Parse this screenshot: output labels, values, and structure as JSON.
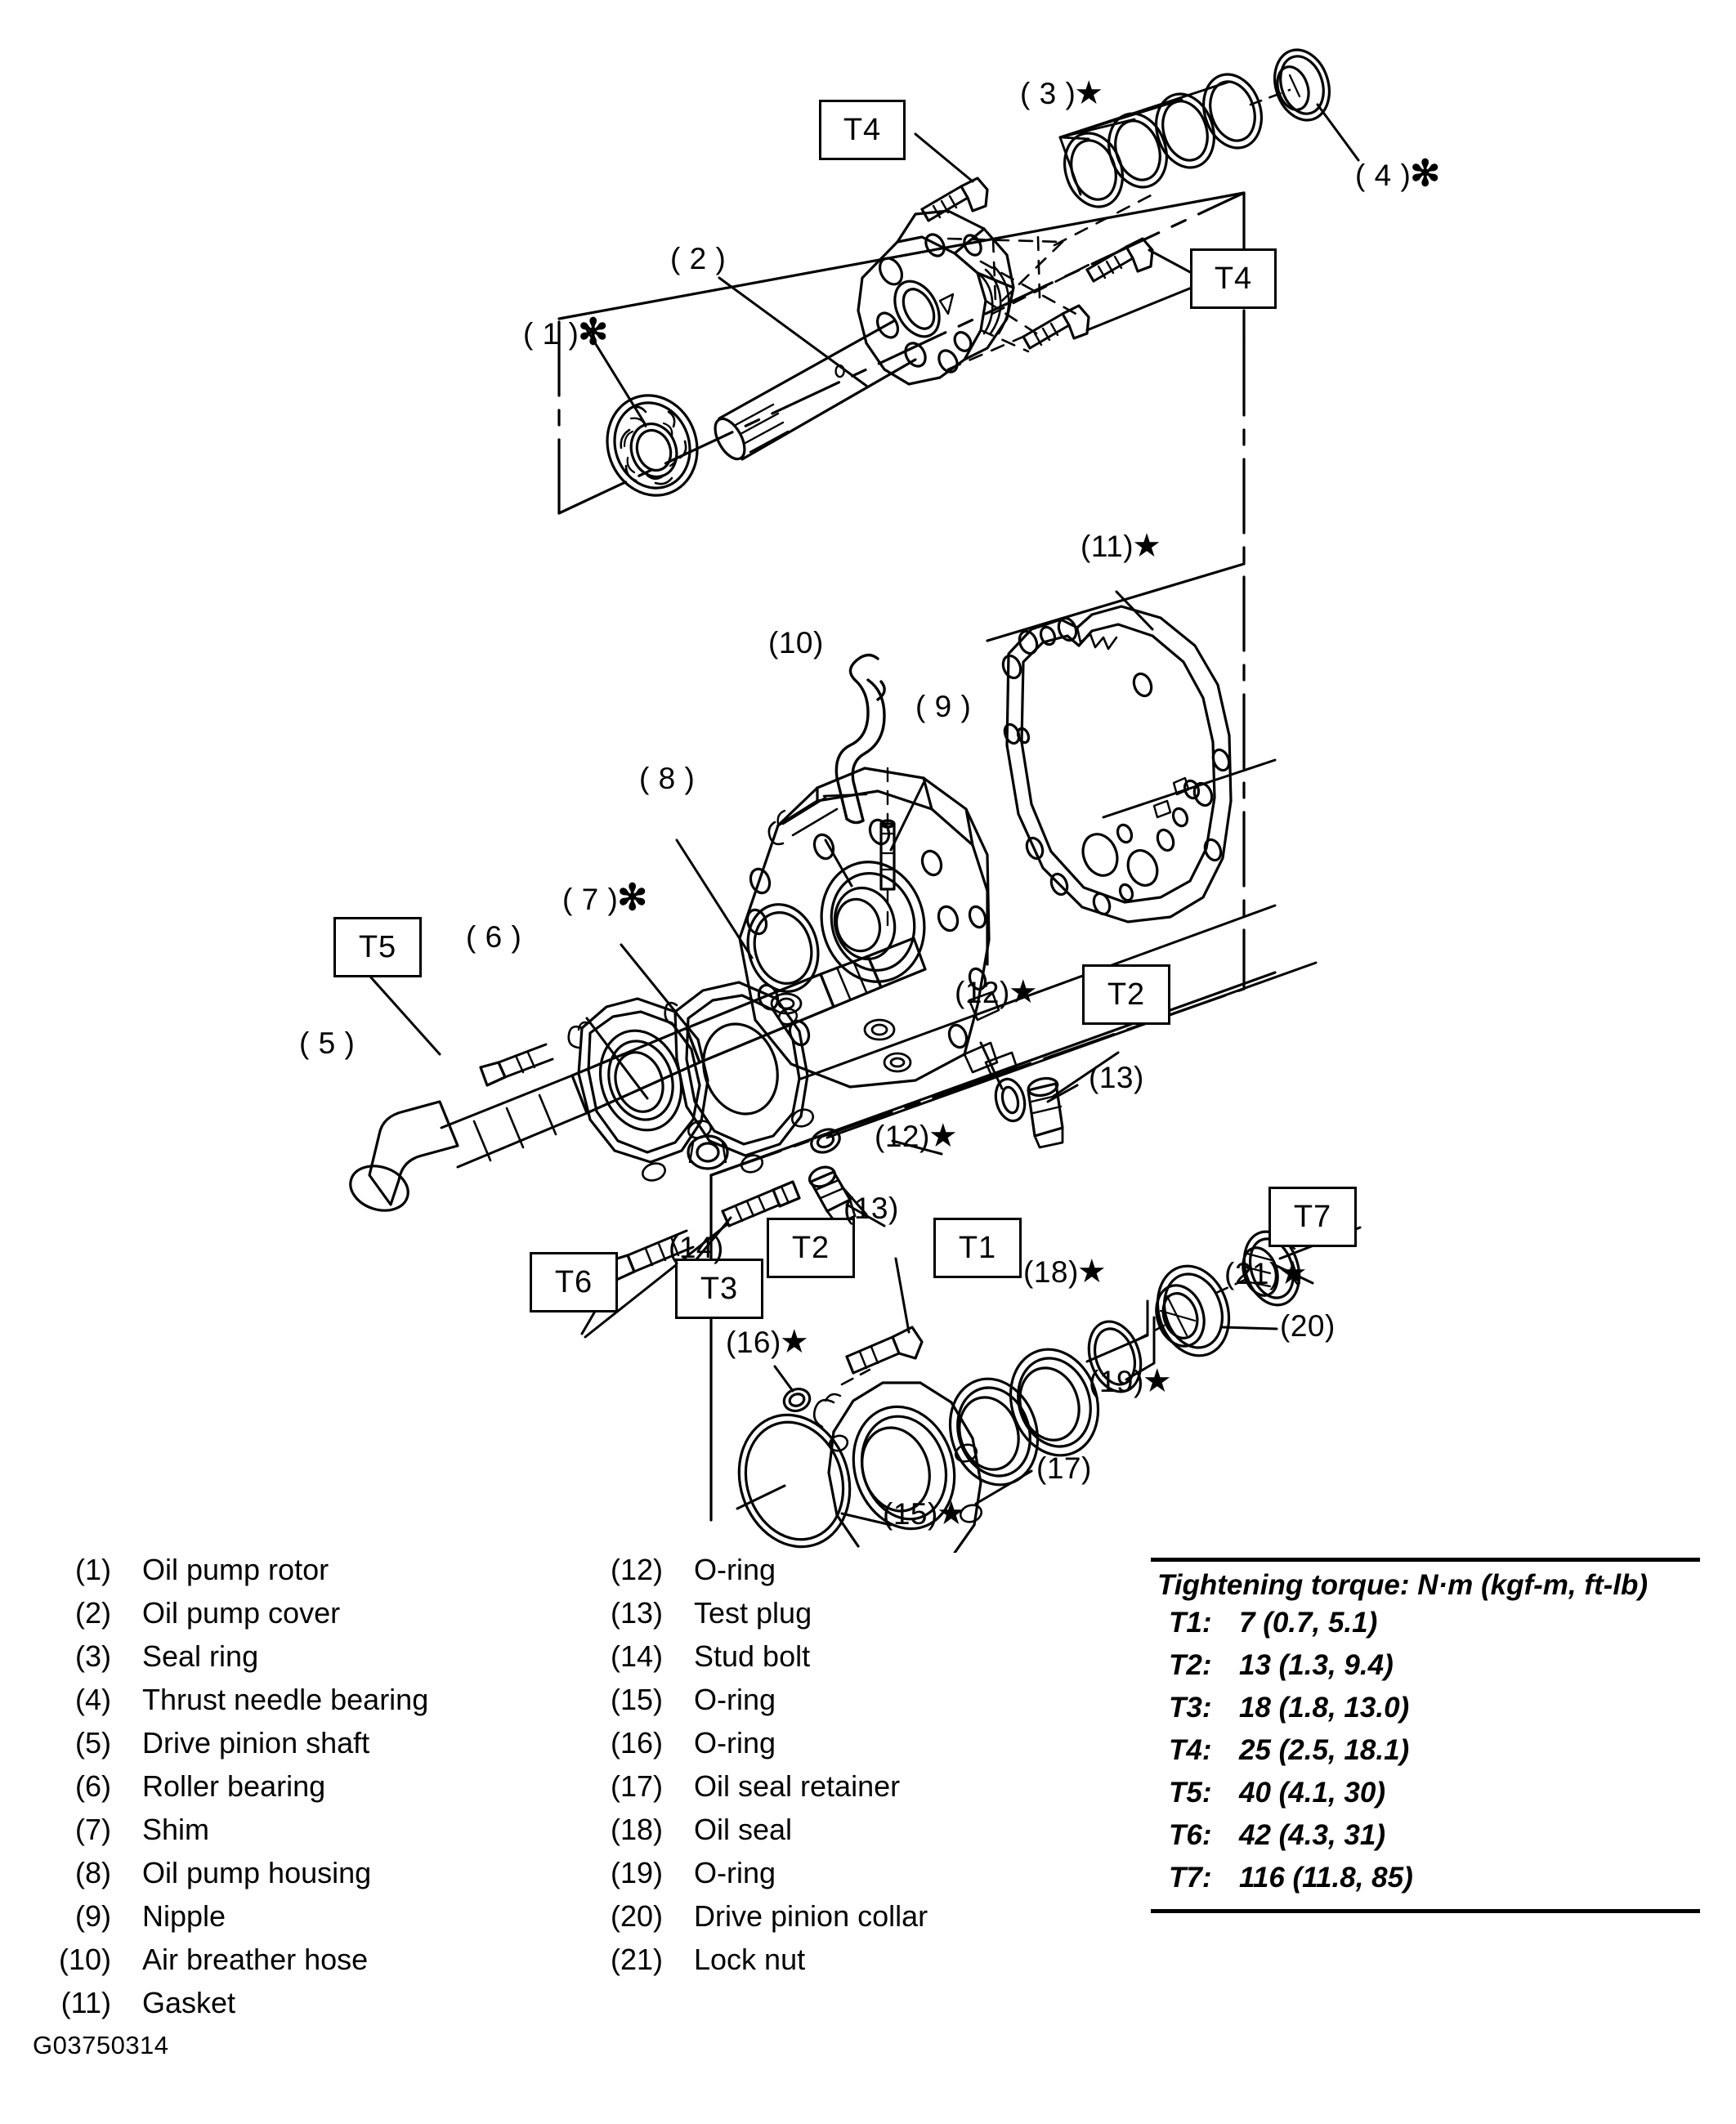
{
  "figure_id": "G03750314",
  "parts_column_1": [
    {
      "num": "(1)",
      "label": "Oil pump rotor"
    },
    {
      "num": "(2)",
      "label": "Oil pump cover"
    },
    {
      "num": "(3)",
      "label": "Seal ring"
    },
    {
      "num": "(4)",
      "label": "Thrust needle bearing"
    },
    {
      "num": "(5)",
      "label": "Drive pinion shaft"
    },
    {
      "num": "(6)",
      "label": "Roller bearing"
    },
    {
      "num": "(7)",
      "label": "Shim"
    },
    {
      "num": "(8)",
      "label": "Oil pump housing"
    },
    {
      "num": "(9)",
      "label": "Nipple"
    },
    {
      "num": "(10)",
      "label": "Air breather hose"
    },
    {
      "num": "(11)",
      "label": "Gasket"
    }
  ],
  "parts_column_2": [
    {
      "num": "(12)",
      "label": "O-ring"
    },
    {
      "num": "(13)",
      "label": "Test plug"
    },
    {
      "num": "(14)",
      "label": "Stud bolt"
    },
    {
      "num": "(15)",
      "label": "O-ring"
    },
    {
      "num": "(16)",
      "label": "O-ring"
    },
    {
      "num": "(17)",
      "label": "Oil seal retainer"
    },
    {
      "num": "(18)",
      "label": "Oil seal"
    },
    {
      "num": "(19)",
      "label": "O-ring"
    },
    {
      "num": "(20)",
      "label": "Drive pinion collar"
    },
    {
      "num": "(21)",
      "label": "Lock nut"
    }
  ],
  "torque": {
    "title": "Tightening torque: N·m (kgf-m, ft-lb)",
    "rows": [
      {
        "key": "T1:",
        "value": "7 (0.7, 5.1)"
      },
      {
        "key": "T2:",
        "value": "13 (1.3, 9.4)"
      },
      {
        "key": "T3:",
        "value": "18 (1.8, 13.0)"
      },
      {
        "key": "T4:",
        "value": "25 (2.5, 18.1)"
      },
      {
        "key": "T5:",
        "value": "40 (4.1, 30)"
      },
      {
        "key": "T6:",
        "value": "42 (4.3, 31)"
      },
      {
        "key": "T7:",
        "value": "116 (11.8, 85)"
      }
    ]
  },
  "torque_boxes": [
    {
      "id": "T4a",
      "label": "T4"
    },
    {
      "id": "T4b",
      "label": "T4"
    },
    {
      "id": "T5",
      "label": "T5"
    },
    {
      "id": "T6",
      "label": "T6"
    },
    {
      "id": "T3",
      "label": "T3"
    },
    {
      "id": "T2a",
      "label": "T2"
    },
    {
      "id": "T2b",
      "label": "T2"
    },
    {
      "id": "T1",
      "label": "T1"
    },
    {
      "id": "T7",
      "label": "T7"
    }
  ],
  "callouts": [
    {
      "id": "c1",
      "text": "( 1 )",
      "mark": "asterisk"
    },
    {
      "id": "c2",
      "text": "( 2 )",
      "mark": "none"
    },
    {
      "id": "c3",
      "text": "( 3 )",
      "mark": "star"
    },
    {
      "id": "c4",
      "text": "( 4 )",
      "mark": "asterisk"
    },
    {
      "id": "c5",
      "text": "( 5 )",
      "mark": "none"
    },
    {
      "id": "c6",
      "text": "( 6 )",
      "mark": "none"
    },
    {
      "id": "c7",
      "text": "( 7 )",
      "mark": "asterisk"
    },
    {
      "id": "c8",
      "text": "( 8 )",
      "mark": "none"
    },
    {
      "id": "c9",
      "text": "( 9 )",
      "mark": "none"
    },
    {
      "id": "c10",
      "text": "(10)",
      "mark": "none"
    },
    {
      "id": "c11",
      "text": "(11)",
      "mark": "star"
    },
    {
      "id": "c12a",
      "text": "(12)",
      "mark": "star"
    },
    {
      "id": "c12b",
      "text": "(12)",
      "mark": "star"
    },
    {
      "id": "c13a",
      "text": "(13)",
      "mark": "none"
    },
    {
      "id": "c13b",
      "text": "(13)",
      "mark": "none"
    },
    {
      "id": "c14",
      "text": "(14)",
      "mark": "none"
    },
    {
      "id": "c15",
      "text": "(15)",
      "mark": "star"
    },
    {
      "id": "c16",
      "text": "(16)",
      "mark": "star"
    },
    {
      "id": "c17",
      "text": "(17)",
      "mark": "none"
    },
    {
      "id": "c18",
      "text": "(18)",
      "mark": "star"
    },
    {
      "id": "c19",
      "text": "(19)",
      "mark": "star"
    },
    {
      "id": "c20",
      "text": "(20)",
      "mark": "none"
    },
    {
      "id": "c21",
      "text": "(21)",
      "mark": "star"
    }
  ],
  "glyphs": {
    "star": "★",
    "asterisk": "✻"
  },
  "colors": {
    "ink": "#000000",
    "paper": "#ffffff"
  }
}
